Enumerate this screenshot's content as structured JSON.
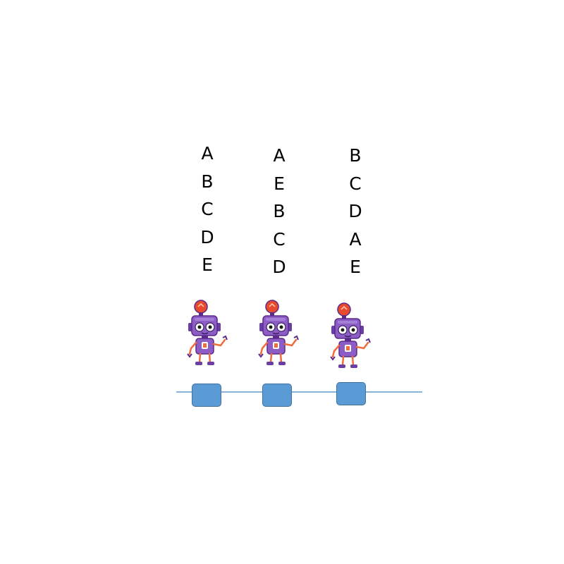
{
  "columns": [
    {
      "letters": [
        "A",
        "B",
        "C",
        "D",
        "E"
      ]
    },
    {
      "letters": [
        "A",
        "E",
        "B",
        "C",
        "D"
      ]
    },
    {
      "letters": [
        "B",
        "C",
        "D",
        "A",
        "E"
      ]
    }
  ],
  "robots": [
    {
      "icon": "robot-icon"
    },
    {
      "icon": "robot-icon"
    },
    {
      "icon": "robot-icon"
    }
  ],
  "boxes": [
    {
      "icon": "square-box"
    },
    {
      "icon": "square-box"
    },
    {
      "icon": "square-box"
    }
  ],
  "colors": {
    "robot_body": "#8c5ec5",
    "robot_limbs": "#f26b3a",
    "robot_beacon": "#e84a2e",
    "box_fill": "#5b9bd5",
    "box_border": "#41719c",
    "line": "#8ab4dc"
  }
}
